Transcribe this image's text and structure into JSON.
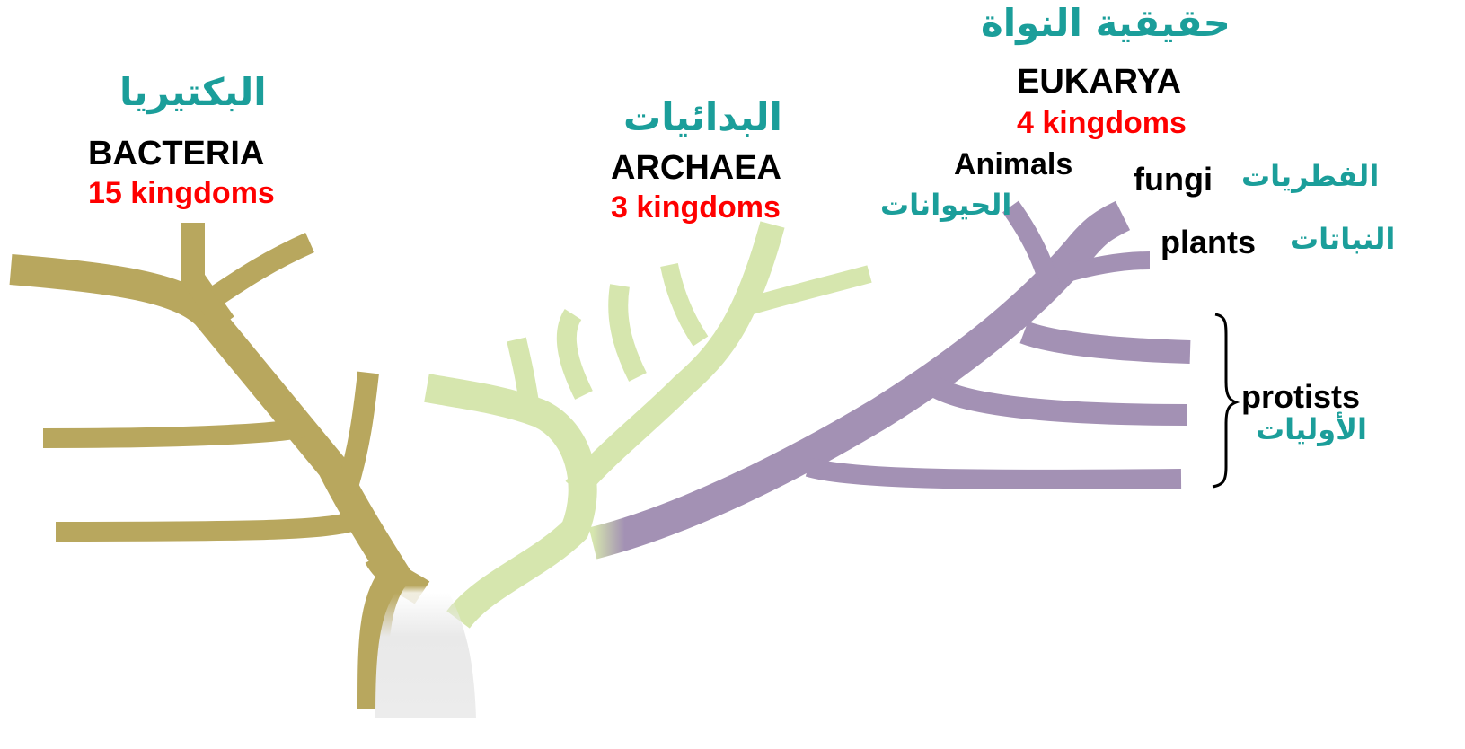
{
  "domains": {
    "bacteria": {
      "arabic": "البكتيريا",
      "name": "BACTERIA",
      "kingdoms": "15 kingdoms"
    },
    "archaea": {
      "arabic": "البدائيات",
      "name": "ARCHAEA",
      "kingdoms": "3 kingdoms"
    },
    "eukarya": {
      "arabic": "حقيقية النواة",
      "name": "EUKARYA",
      "kingdoms": "4 kingdoms"
    }
  },
  "eukarya_groups": {
    "animals": {
      "name": "Animals",
      "arabic": "الحيوانات"
    },
    "fungi": {
      "name": "fungi",
      "arabic": "الفطريات"
    },
    "plants": {
      "name": "plants",
      "arabic": "النباتات"
    },
    "protists": {
      "name": "protists",
      "arabic": "الأوليات"
    }
  },
  "colors": {
    "bacteria_branch": "#b8a75e",
    "archaea_branch": "#d6e6ae",
    "eukarya_branch": "#a391b4",
    "root": "#e9e9e9",
    "arabic_text": "#1b9e9a",
    "kingdom_count": "#ff0000",
    "label_text": "#000000"
  }
}
